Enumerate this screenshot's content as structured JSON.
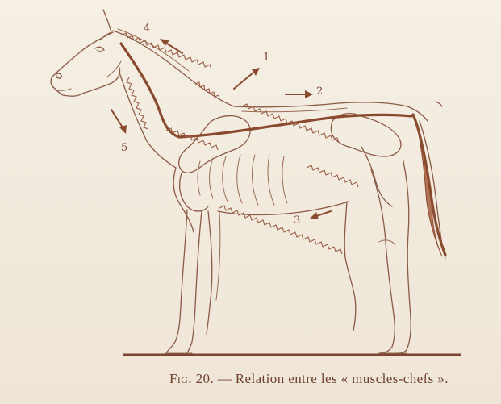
{
  "labels": {
    "l1": "1",
    "l2": "2",
    "l3": "3",
    "l4": "4",
    "l5": "5"
  },
  "caption": {
    "fig": "Fig. 20.",
    "dash": "—",
    "text": "Relation entre les « muscles-chefs »."
  },
  "colors": {
    "paper": "#f3ece0",
    "ink": "#8b5a45",
    "muscle": "#8a4a2e"
  }
}
